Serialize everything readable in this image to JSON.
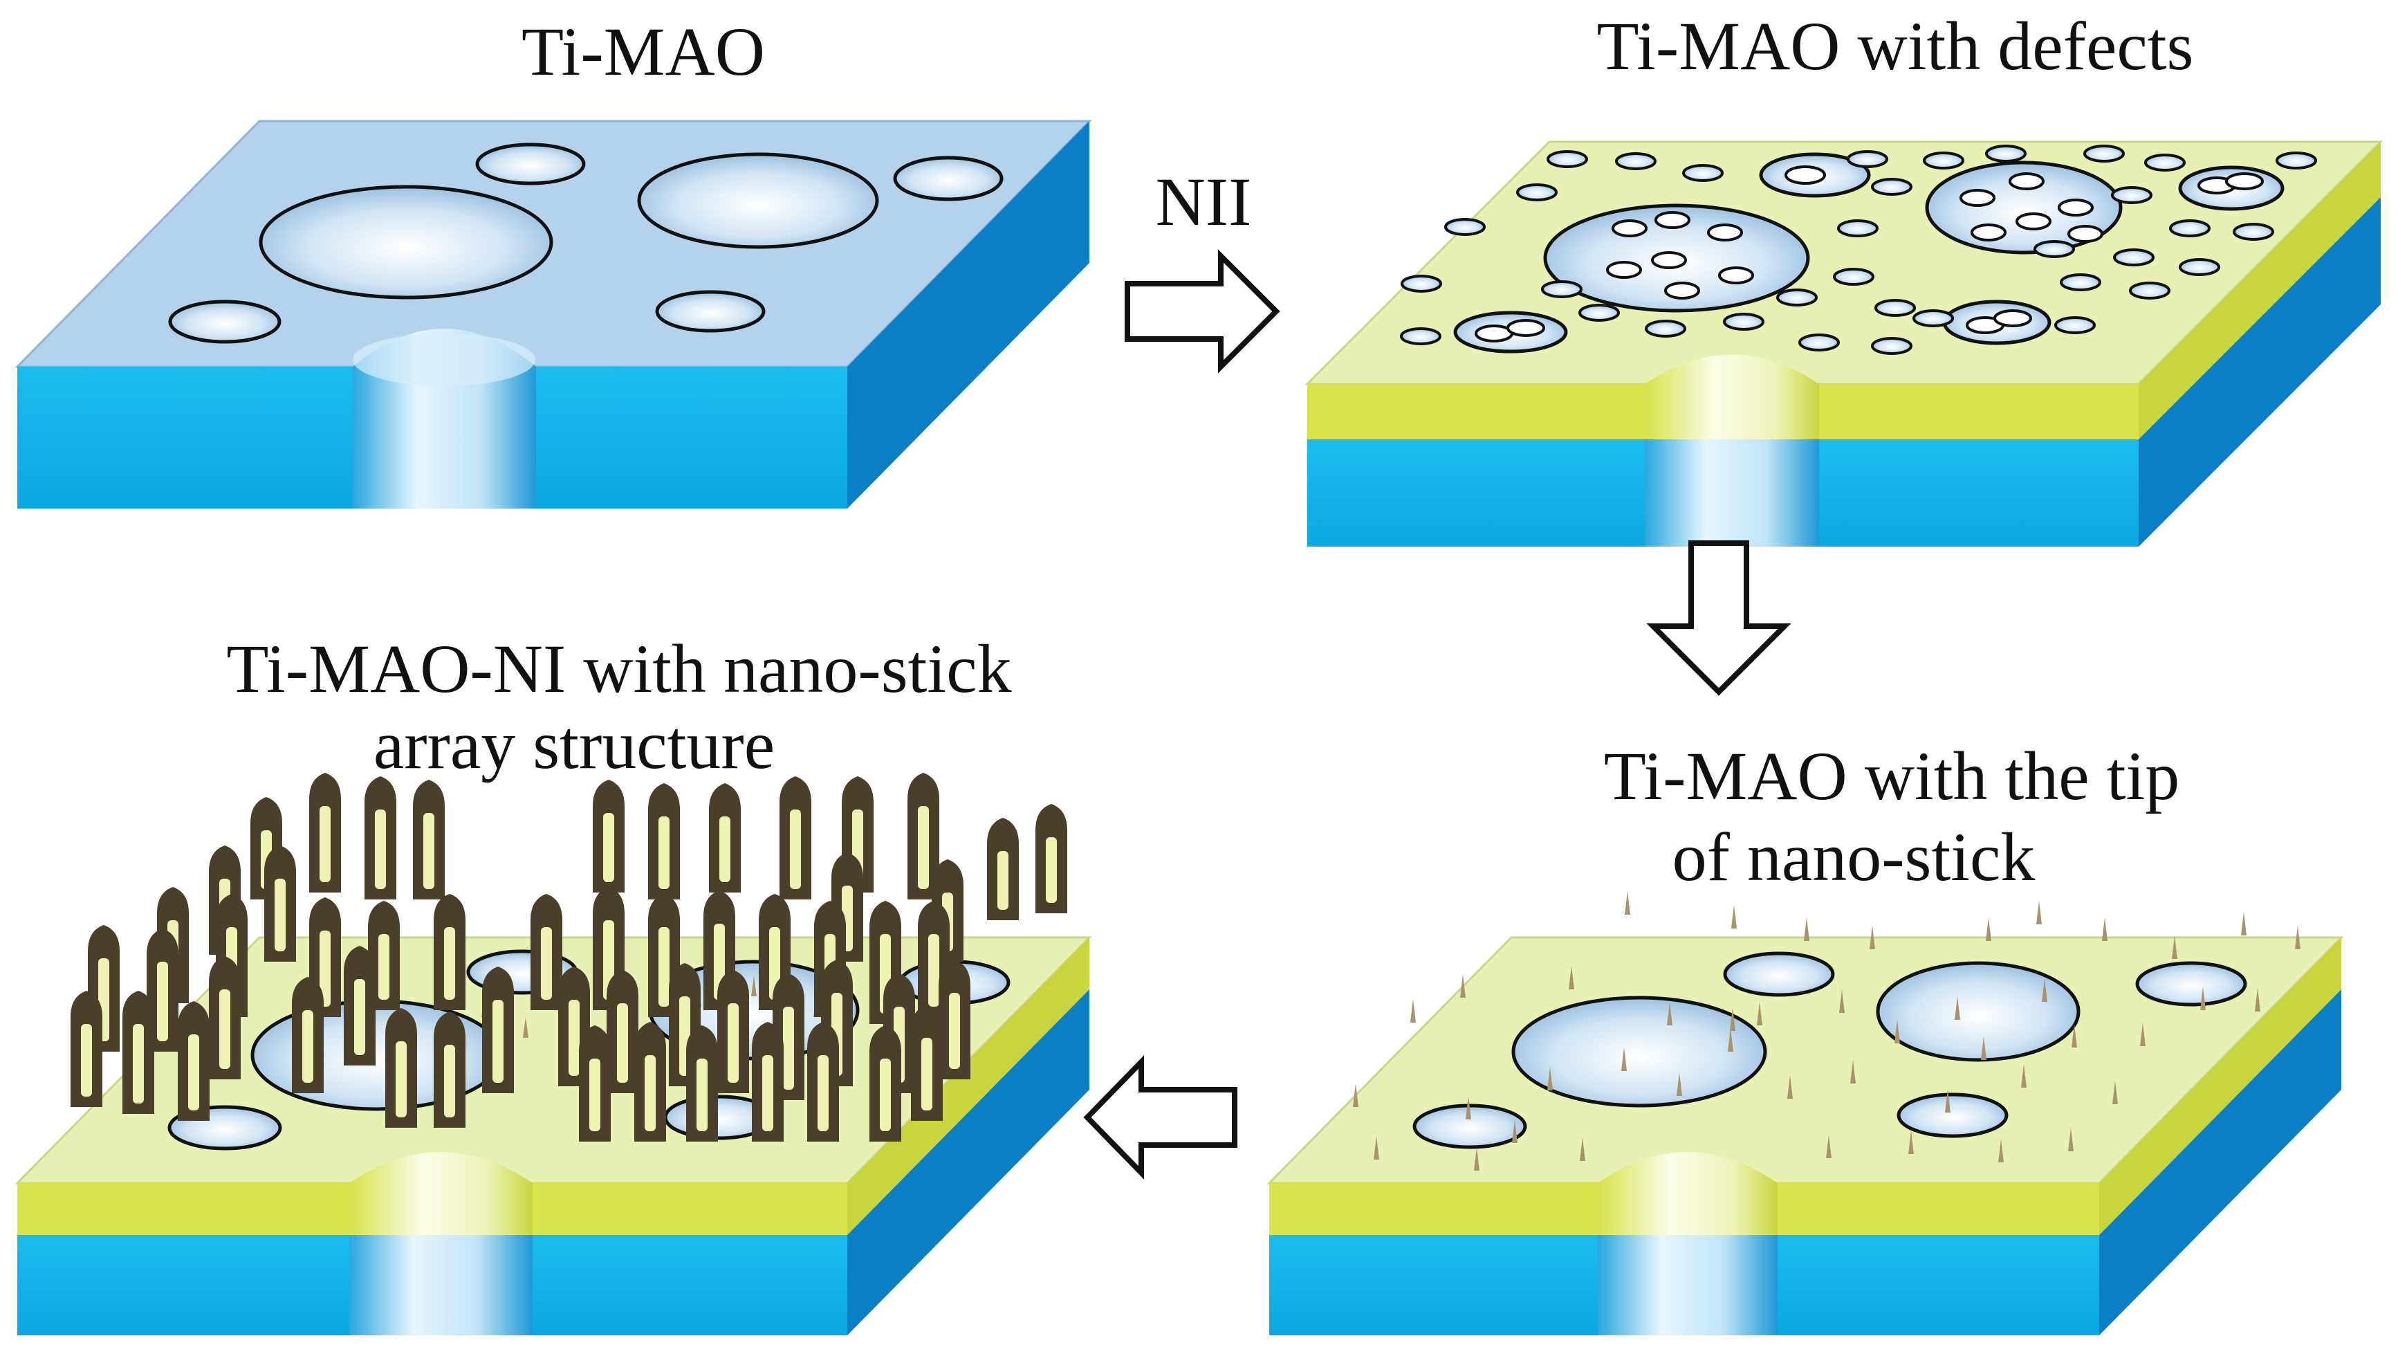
{
  "panels": {
    "top_left": {
      "title": "Ti-MAO"
    },
    "top_right": {
      "title": "Ti-MAO with defects"
    },
    "bottom_right": {
      "title_line1": "Ti-MAO with the tip",
      "title_line2": "of nano-stick"
    },
    "bottom_left": {
      "title_line1": "Ti-MAO-NI with nano-stick",
      "title_line2": "array structure"
    }
  },
  "arrows": {
    "right_arrow_label": "NII",
    "right_arrow_icon": "hollow-arrow-right-icon",
    "down_arrow_icon": "hollow-arrow-down-icon",
    "left_arrow_icon": "hollow-arrow-left-icon"
  },
  "colors": {
    "substrate_top": "#b4d2ec",
    "substrate_front": "#12b4ea",
    "substrate_side": "#0a7fc4",
    "coating_top": "#e8f1b4",
    "coating_band": "#d8e44a",
    "pore_fill": "#bcd8ee",
    "nano_stick": "#4a3f2a",
    "nano_stick_core": "#eef3b4",
    "nano_tip": "#a8936a"
  }
}
